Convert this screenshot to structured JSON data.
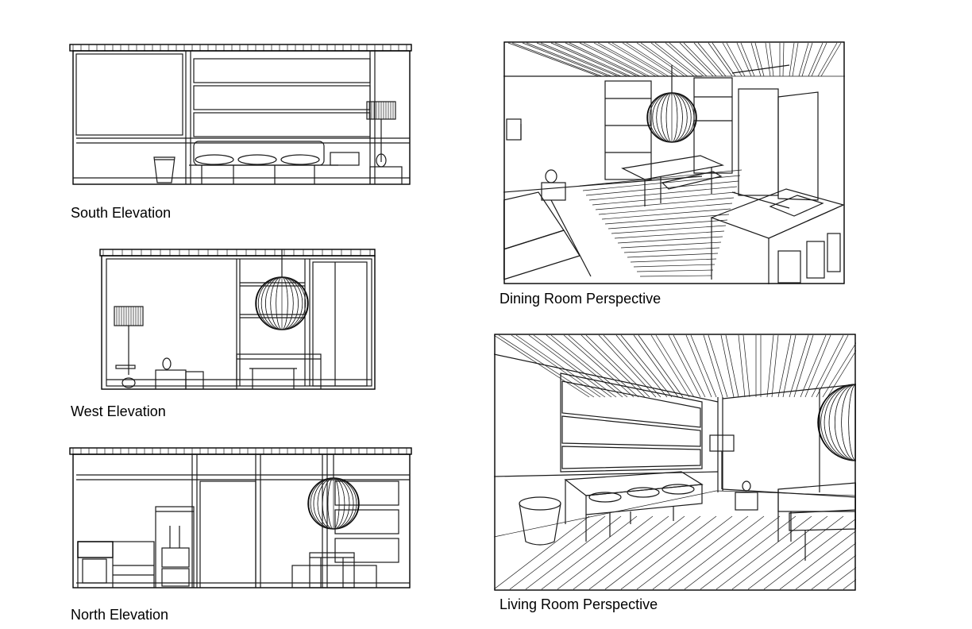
{
  "sheet": {
    "south_elevation": {
      "caption": "South Elevation"
    },
    "west_elevation": {
      "caption": "West Elevation"
    },
    "north_elevation": {
      "caption": "North Elevation"
    },
    "dining_perspective": {
      "caption": "Dining Room Perspective"
    },
    "living_perspective": {
      "caption": "Living Room Perspective"
    }
  },
  "colors": {
    "line": "#1a1a1a",
    "background": "#ffffff"
  }
}
